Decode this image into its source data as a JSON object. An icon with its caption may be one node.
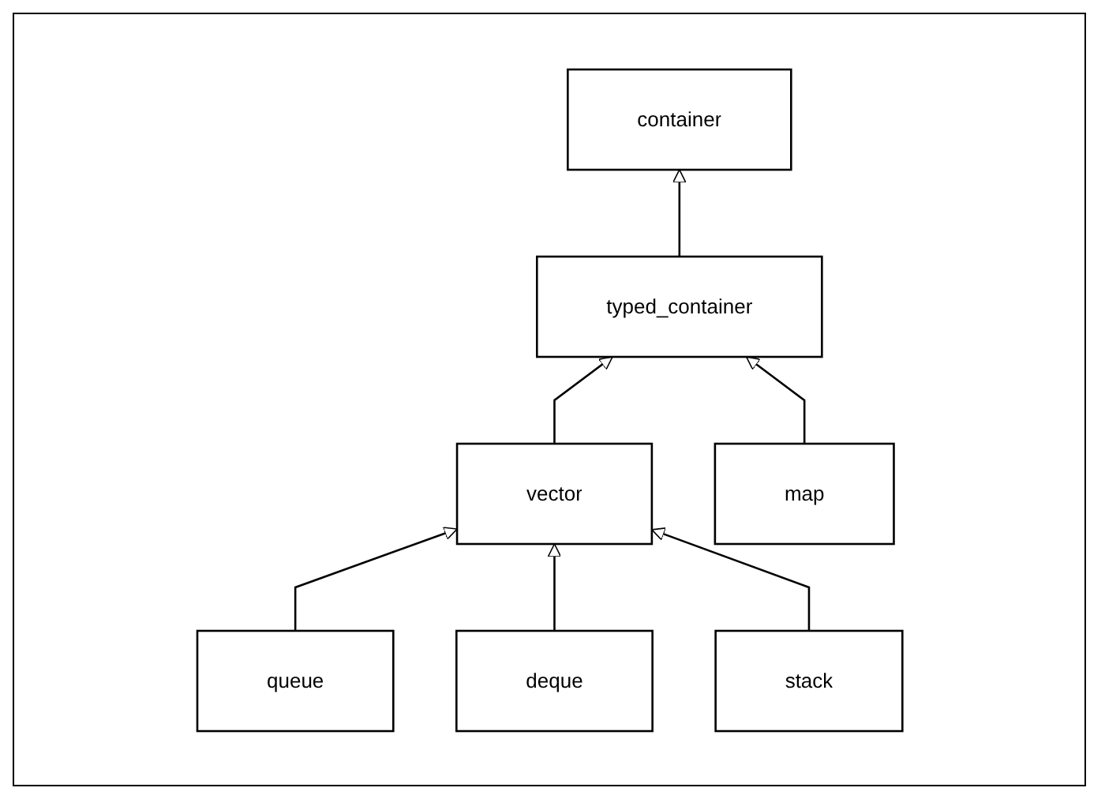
{
  "diagram": {
    "nodes": [
      {
        "text": [
          "container"
        ]
      },
      {
        "text": [
          "typed_container"
        ]
      },
      {
        "text": [
          "vector"
        ]
      },
      {
        "text": [
          "map"
        ]
      },
      {
        "text": [
          "queue"
        ]
      },
      {
        "text": [
          "deque"
        ]
      },
      {
        "text": [
          "stack"
        ]
      }
    ],
    "edges": [
      {
        "from": 1,
        "to": 0,
        "arrow": "to"
      },
      {
        "from": 2,
        "to": 1,
        "arrow": "to"
      },
      {
        "from": 3,
        "to": 1,
        "arrow": "to"
      },
      {
        "from": 4,
        "to": 2,
        "arrow": "to"
      },
      {
        "from": 5,
        "to": 2,
        "arrow": "to"
      },
      {
        "from": 6,
        "to": 2,
        "arrow": "to"
      }
    ]
  }
}
